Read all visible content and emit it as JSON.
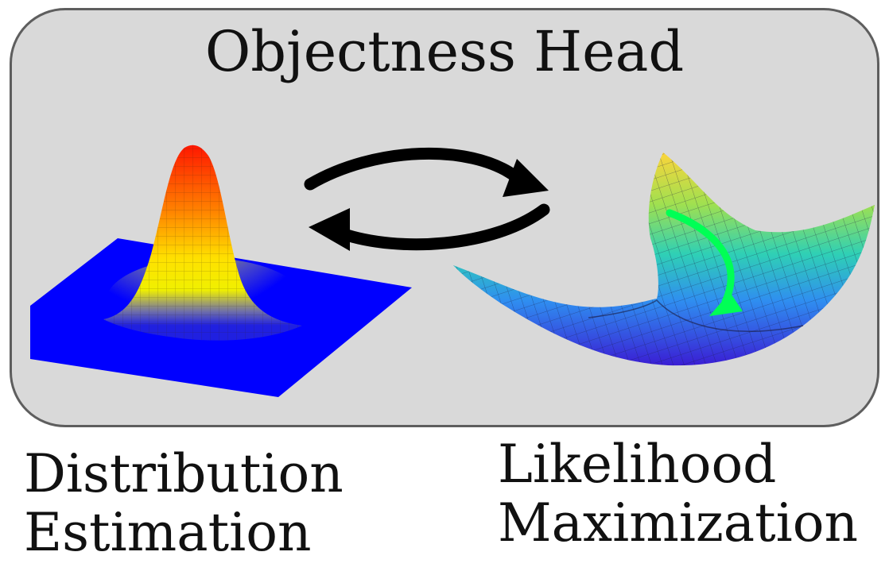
{
  "panel": {
    "title": "Objectness Head",
    "border_color": "#5e5e5e",
    "fill_color": "#d9d9d9"
  },
  "left_plot": {
    "caption_line1": "Distribution",
    "caption_line2": "Estimation",
    "surface": "gaussian-peak",
    "colors": [
      "#0000ff",
      "#ffff00",
      "#ff8a00",
      "#ff0000"
    ]
  },
  "right_plot": {
    "caption_line1": "Likelihood",
    "caption_line2": "Maximization",
    "surface": "bowl",
    "colors": [
      "#3b1fd6",
      "#2f8ef0",
      "#2fd2b0",
      "#bfe23a",
      "#ffd43a"
    ],
    "arrow_color": "#00ff55"
  },
  "cycle_arrows": {
    "color": "#000000",
    "icons": [
      "arrow-right-icon",
      "arrow-left-icon"
    ]
  }
}
